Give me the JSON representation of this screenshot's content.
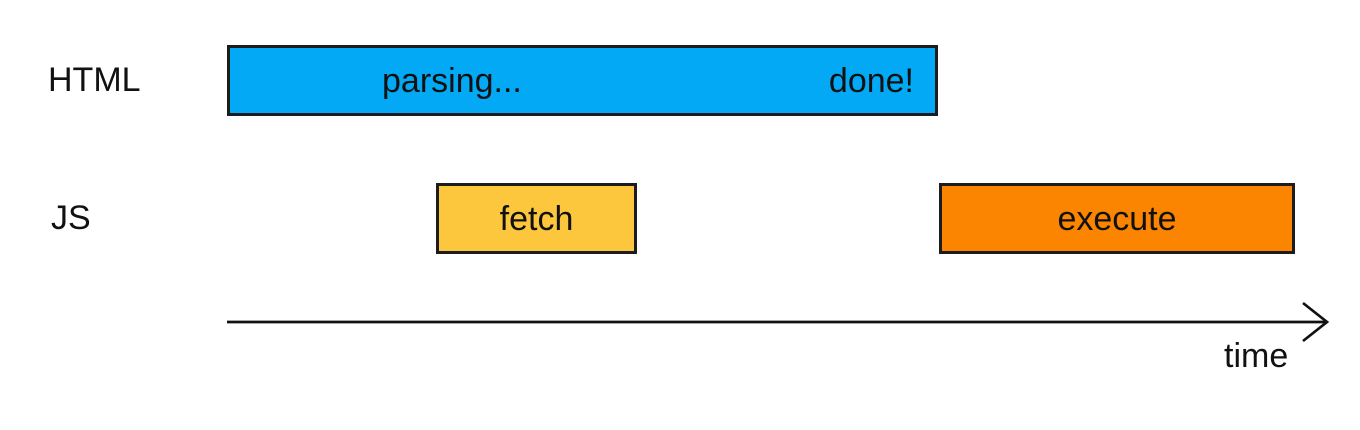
{
  "colors": {
    "parsing_bar": "#03a9f4",
    "fetch_bar": "#fcc63d",
    "execute_bar": "#fb8500",
    "bar_border": "#1c1c1c",
    "text": "#111111",
    "background": "#ffffff"
  },
  "rows": {
    "html": {
      "label": "HTML",
      "parsing_bar": {
        "start_label": "parsing...",
        "end_label": "done!"
      }
    },
    "js": {
      "label": "JS",
      "fetch_bar": {
        "label": "fetch"
      },
      "execute_bar": {
        "label": "execute"
      }
    }
  },
  "time_axis": {
    "label": "time"
  }
}
